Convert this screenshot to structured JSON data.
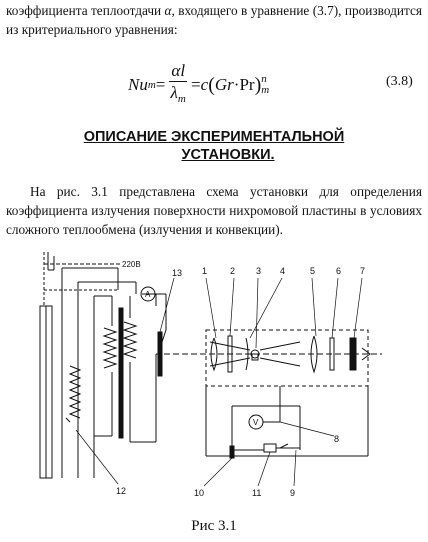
{
  "intro": {
    "p1": "коэффициента теплоотдачи ",
    "alpha": "α",
    "p2": ", входящего в уравнение (3.7), производится из критериального уравнения:"
  },
  "formula": {
    "nu": "Nu",
    "m": "m",
    "eq1": " = ",
    "num": "αl",
    "den": "λ",
    "eq2": " = ",
    "c": "c",
    "lp": "(",
    "gr": "Gr",
    "dot": " · ",
    "pr": "Pr",
    "rp": ")",
    "n": "n",
    "number": "(3.8)"
  },
  "heading": {
    "line1": "ОПИСАНИЕ ЭКСПЕРИМЕНТАЛЬНОЙ",
    "line2": "УСТАНОВКИ."
  },
  "description": "На рис. 3.1 представлена схема установки для определения коэффициента излучения поверхности нихромовой пластины в условиях сложного теплообмена (излучения и конвекции).",
  "figure": {
    "voltage": "220В",
    "ammeter": "A",
    "voltmeter": "V",
    "labels": [
      "1",
      "2",
      "3",
      "4",
      "5",
      "6",
      "7",
      "8",
      "9",
      "10",
      "11",
      "12",
      "13"
    ]
  },
  "caption": "Рис 3.1"
}
